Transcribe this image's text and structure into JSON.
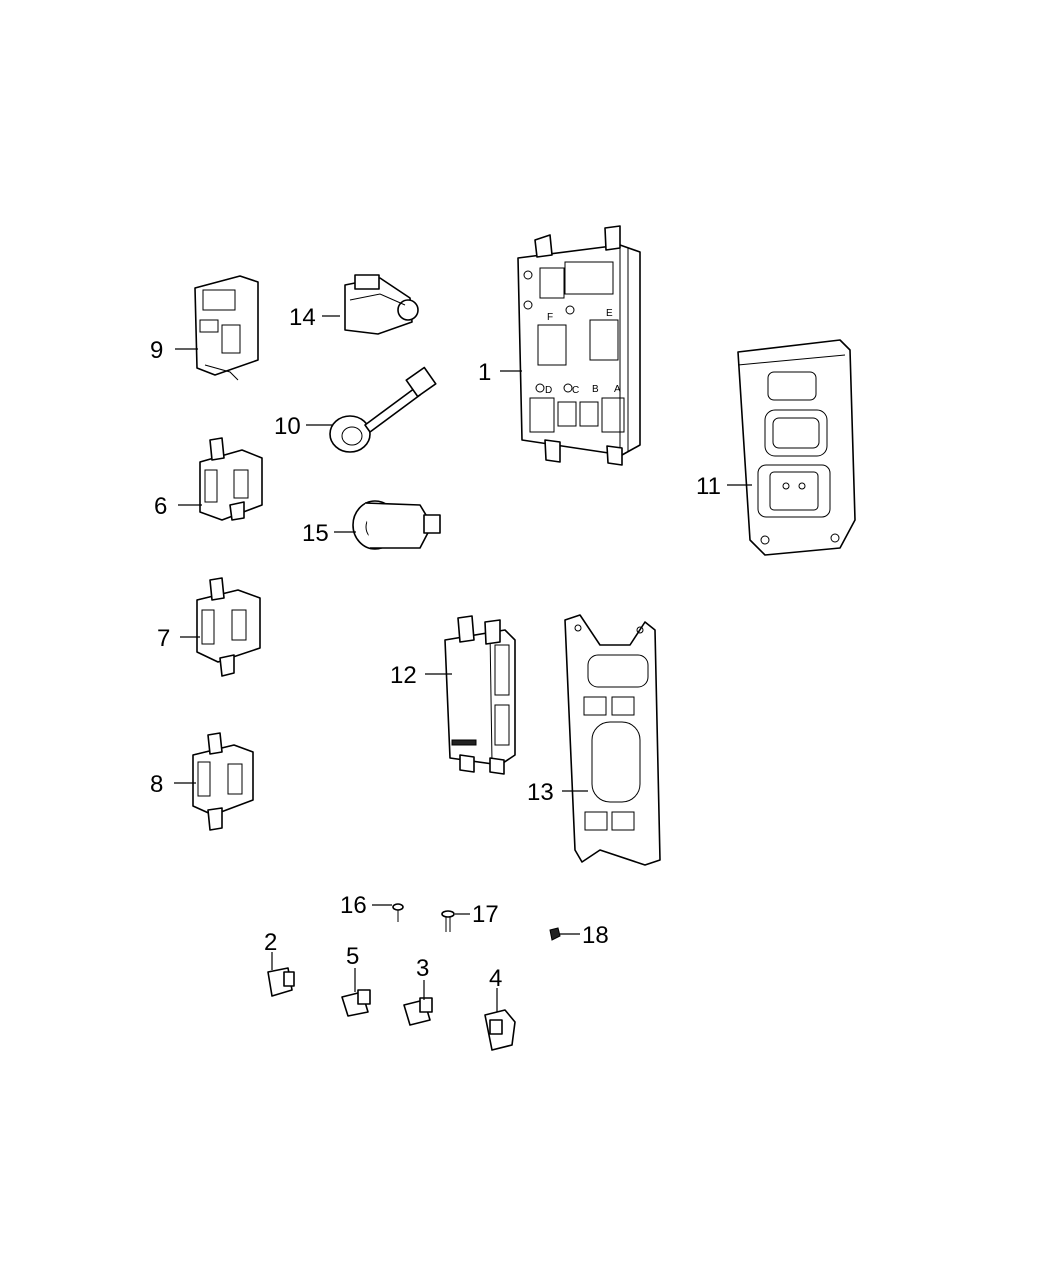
{
  "diagram": {
    "callouts": [
      {
        "id": "1",
        "label": "1"
      },
      {
        "id": "2",
        "label": "2"
      },
      {
        "id": "3",
        "label": "3"
      },
      {
        "id": "4",
        "label": "4"
      },
      {
        "id": "5",
        "label": "5"
      },
      {
        "id": "6",
        "label": "6"
      },
      {
        "id": "7",
        "label": "7"
      },
      {
        "id": "8",
        "label": "8"
      },
      {
        "id": "9",
        "label": "9"
      },
      {
        "id": "10",
        "label": "10"
      },
      {
        "id": "11",
        "label": "11"
      },
      {
        "id": "12",
        "label": "12"
      },
      {
        "id": "13",
        "label": "13"
      },
      {
        "id": "14",
        "label": "14"
      },
      {
        "id": "15",
        "label": "15"
      },
      {
        "id": "16",
        "label": "16"
      },
      {
        "id": "17",
        "label": "17"
      },
      {
        "id": "18",
        "label": "18"
      }
    ],
    "fuse_letters": [
      "F",
      "E",
      "D",
      "C",
      "B",
      "A"
    ]
  }
}
